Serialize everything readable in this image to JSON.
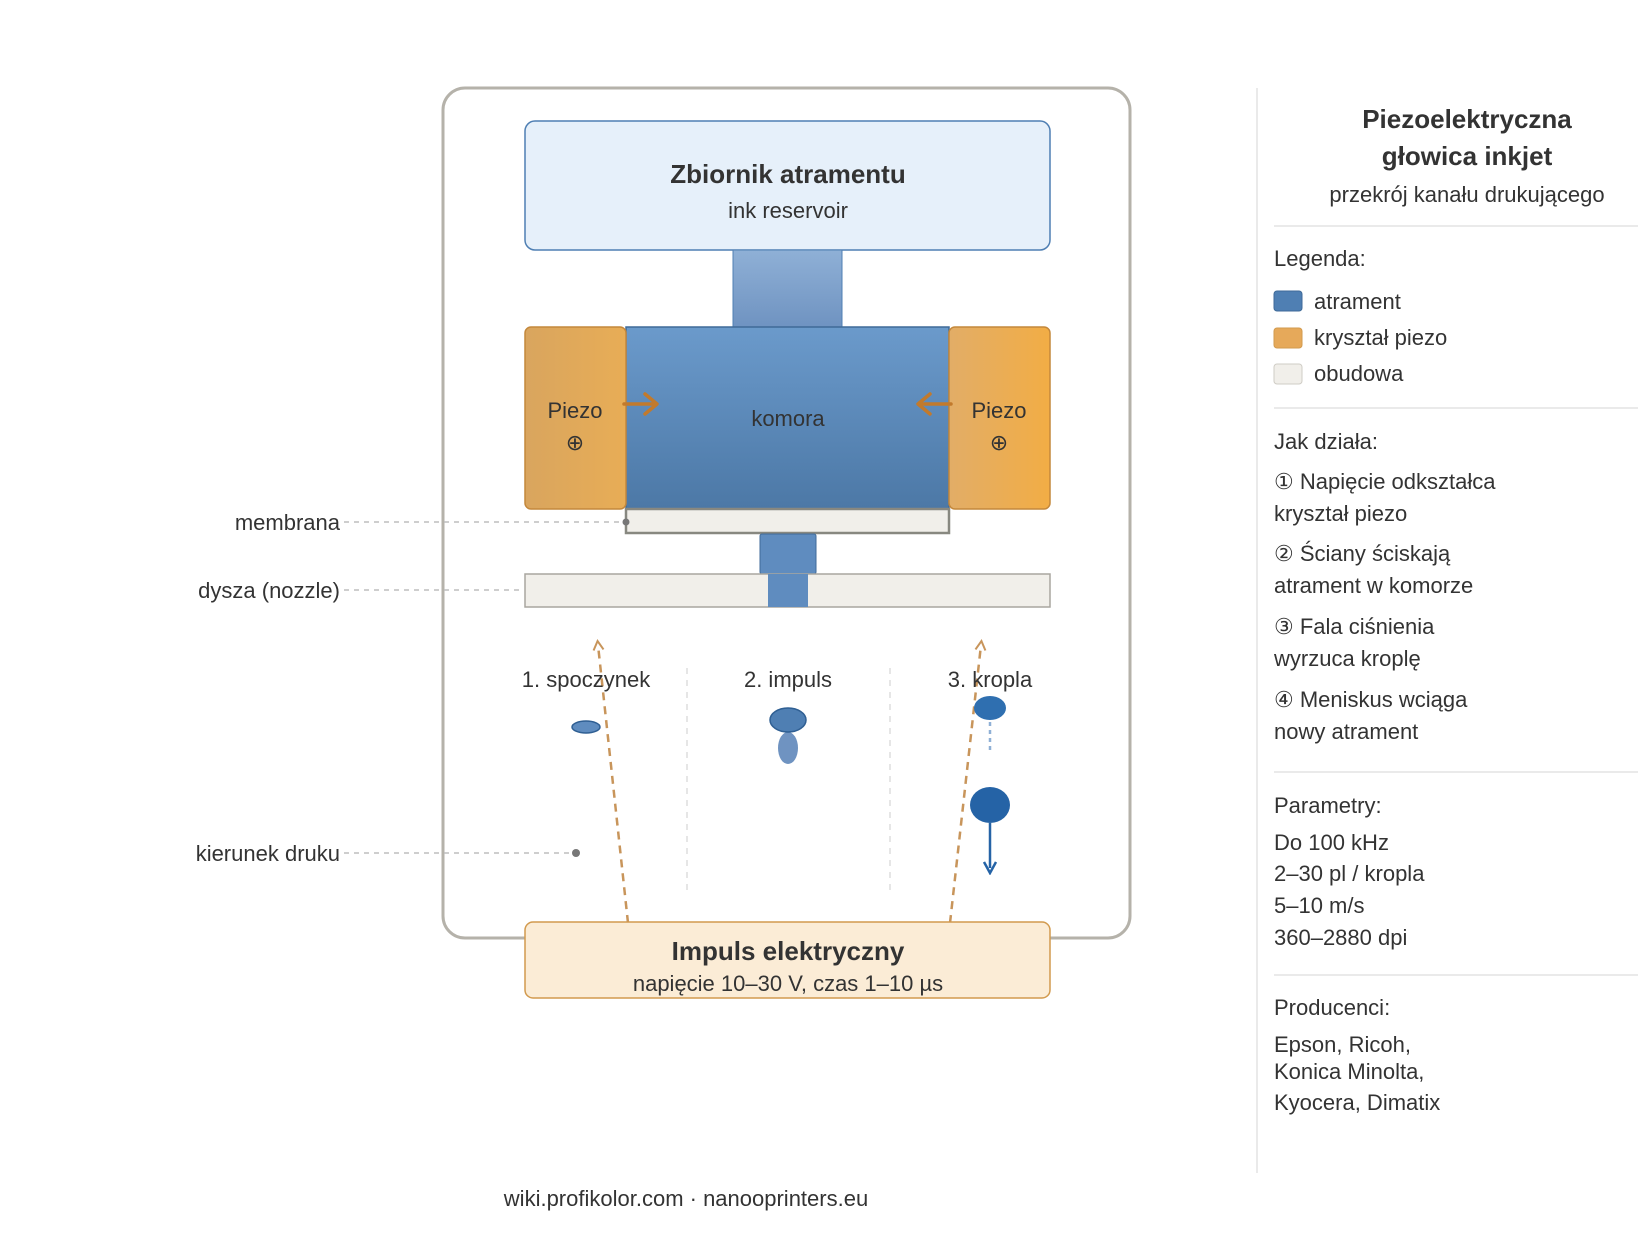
{
  "colors": {
    "ink": "#4f7fb3",
    "piezo": "#e6a95a",
    "housing": "#f1efea",
    "reservoir_fill": "#e6f0fa",
    "reservoir_stroke": "#4f7fb3",
    "pulse_fill": "#fbecd6",
    "pulse_stroke": "#d29a4e",
    "frame_stroke": "#b5b2aa",
    "arrow": "#c27a2c",
    "drop": "#2563a6"
  },
  "diagram": {
    "reservoir": {
      "title": "Zbiornik atramentu",
      "subtitle": "ink reservoir"
    },
    "chamber_label": "komora",
    "piezo_left": {
      "label": "Piezo",
      "symbol": "⊕"
    },
    "piezo_right": {
      "label": "Piezo",
      "symbol": "⊕"
    },
    "callouts": {
      "membrane": "membrana",
      "nozzle": "dysza (nozzle)",
      "direction": "kierunek druku"
    },
    "stages": [
      "1. spoczynek",
      "2. impuls",
      "3. kropla"
    ],
    "pulse": {
      "title": "Impuls elektryczny",
      "subtitle": "napięcie 10–30 V, czas 1–10 µs"
    }
  },
  "sidebar": {
    "title_line1": "Piezoelektryczna",
    "title_line2": "głowica inkjet",
    "subtitle": "przekrój kanału drukującego",
    "legend_heading": "Legenda:",
    "legend": [
      {
        "label": "atrament"
      },
      {
        "label": "kryształ piezo"
      },
      {
        "label": "obudowa"
      }
    ],
    "how_heading": "Jak działa:",
    "how_steps": [
      {
        "line1": "① Napięcie odkształca",
        "line2": "kryształ piezo"
      },
      {
        "line1": "② Ściany ściskają",
        "line2": "atrament w komorze"
      },
      {
        "line1": "③ Fala ciśnienia",
        "line2": "wyrzuca kroplę"
      },
      {
        "line1": "④ Meniskus wciąga",
        "line2": "nowy atrament"
      }
    ],
    "params_heading": "Parametry:",
    "params": [
      "Do 100 kHz",
      "2–30 pl / kropla",
      "5–10 m/s",
      "360–2880 dpi"
    ],
    "makers_heading": "Producenci:",
    "makers": [
      "Epson, Ricoh,",
      "Konica Minolta,",
      "Kyocera, Dimatix"
    ]
  },
  "footer": {
    "text": "wiki.profikolor.com · nanooprinters.eu"
  }
}
